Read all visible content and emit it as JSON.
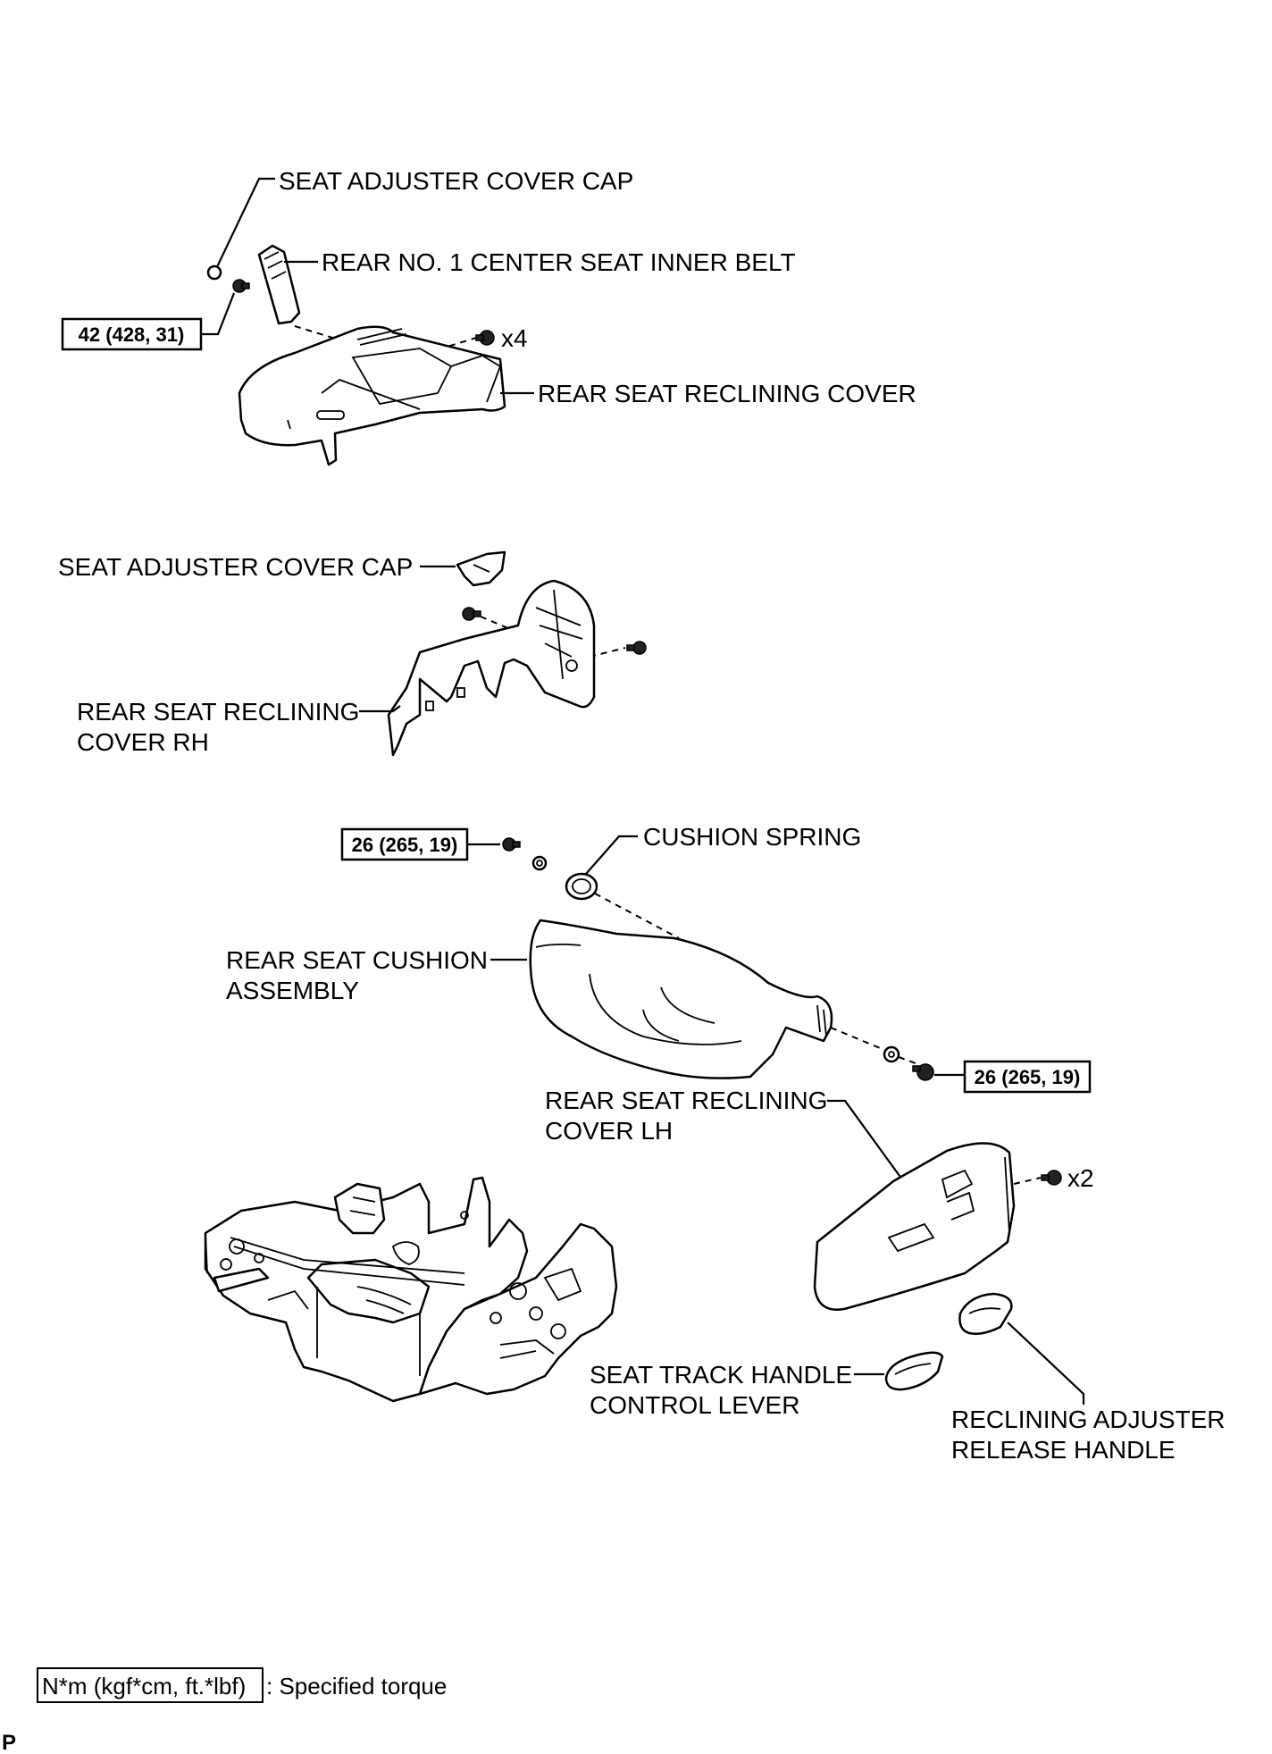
{
  "labels": {
    "seat_adjuster_cover_cap_top": "SEAT ADJUSTER COVER CAP",
    "rear_no1_center_seat_inner_belt": "REAR NO. 1 CENTER SEAT INNER BELT",
    "rear_seat_reclining_cover": "REAR SEAT RECLINING COVER",
    "seat_adjuster_cover_cap_mid": "SEAT ADJUSTER COVER CAP",
    "rear_seat_reclining_cover_rh_line1": "REAR SEAT RECLINING",
    "rear_seat_reclining_cover_rh_line2": "COVER RH",
    "cushion_spring": "CUSHION SPRING",
    "rear_seat_cushion_assembly_line1": "REAR SEAT CUSHION",
    "rear_seat_cushion_assembly_line2": "ASSEMBLY",
    "rear_seat_reclining_cover_lh_line1": "REAR SEAT RECLINING",
    "rear_seat_reclining_cover_lh_line2": "COVER LH",
    "seat_track_handle_line1": "SEAT TRACK HANDLE",
    "seat_track_handle_line2": "CONTROL LEVER",
    "reclining_adjuster_line1": "RECLINING ADJUSTER",
    "reclining_adjuster_line2": "RELEASE HANDLE"
  },
  "quantities": {
    "top_bolts": "x4",
    "lh_bolts": "x2"
  },
  "torques": {
    "top": "42 (428, 31)",
    "cushion_left": "26 (265, 19)",
    "cushion_right": "26 (265, 19)"
  },
  "legend": {
    "unit_box": "N*m (kgf*cm, ft.*lbf)",
    "description": ": Specified torque"
  },
  "footer_code": "P"
}
